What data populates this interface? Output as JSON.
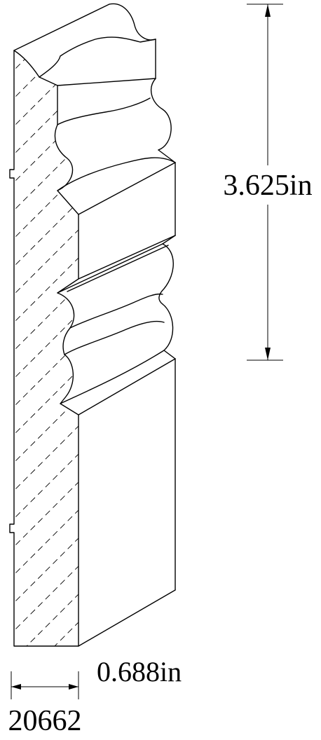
{
  "dimensions": {
    "height_label": "3.625in",
    "thickness_label": "0.688in",
    "part_number": "20662"
  }
}
